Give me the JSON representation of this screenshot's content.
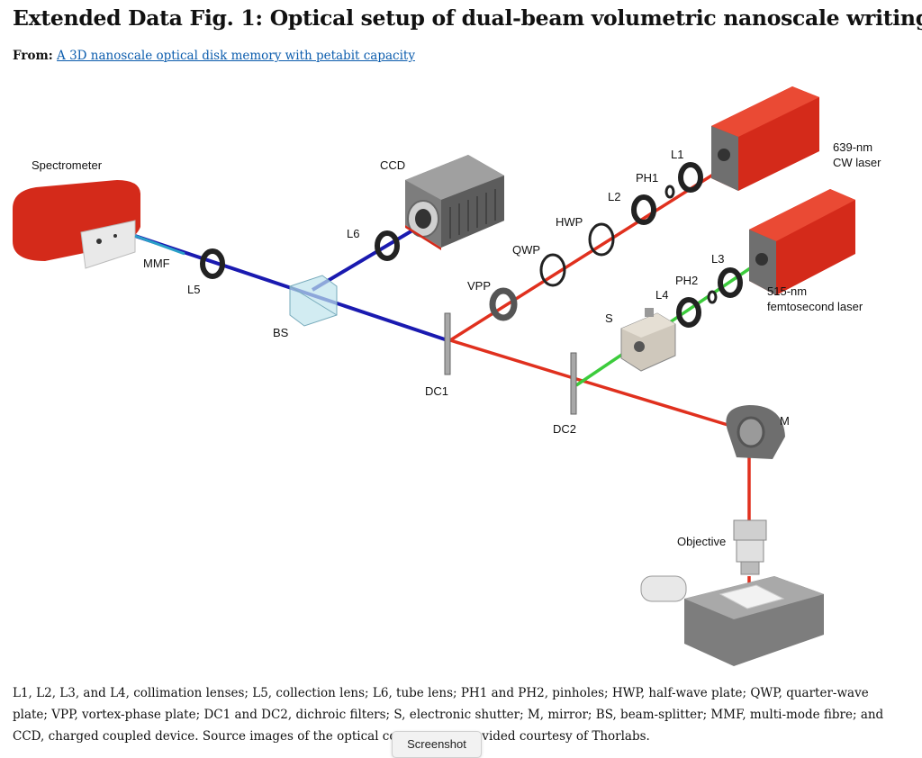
{
  "header": {
    "title": "Extended Data Fig. 1: Optical setup of dual-beam volumetric nanoscale writing.",
    "from_label": "From:",
    "from_link": "A 3D nanoscale optical disk memory with petabit capacity"
  },
  "figure": {
    "labels": {
      "spectrometer": "Spectrometer",
      "mmf": "MMF",
      "l5": "L5",
      "bs": "BS",
      "ccd": "CCD",
      "l6": "L6",
      "dc1": "DC1",
      "vpp": "VPP",
      "qwp": "QWP",
      "hwp": "HWP",
      "l2": "L2",
      "ph1": "PH1",
      "l1": "L1",
      "laser1_line1": "639-nm",
      "laser1_line2": "CW laser",
      "l3": "L3",
      "ph2": "PH2",
      "l4": "L4",
      "laser2_line1": "515-nm",
      "laser2_line2": "femtosecond laser",
      "s": "S",
      "dc2": "DC2",
      "m": "M",
      "objective": "Objective"
    },
    "colors": {
      "red_beam": "#e0301e",
      "blue_beam": "#1a1ab0",
      "green_beam": "#3ccc3c",
      "device_red": "#d42a1a",
      "metal_grey": "#8a8a8a"
    }
  },
  "caption": "L1, L2, L3, and L4, collimation lenses; L5, collection lens; L6, tube lens; PH1 and PH2, pinholes; HWP, half-wave plate; QWP, quarter-wave plate; VPP, vortex-phase plate; DC1 and DC2, dichroic filters; S, electronic shutter; M, mirror; BS, beam-splitter; MMF, multi-mode fibre; and CCD, charged coupled device. Source images of the optical components provided courtesy of Thorlabs.",
  "tooltip": "Screenshot"
}
